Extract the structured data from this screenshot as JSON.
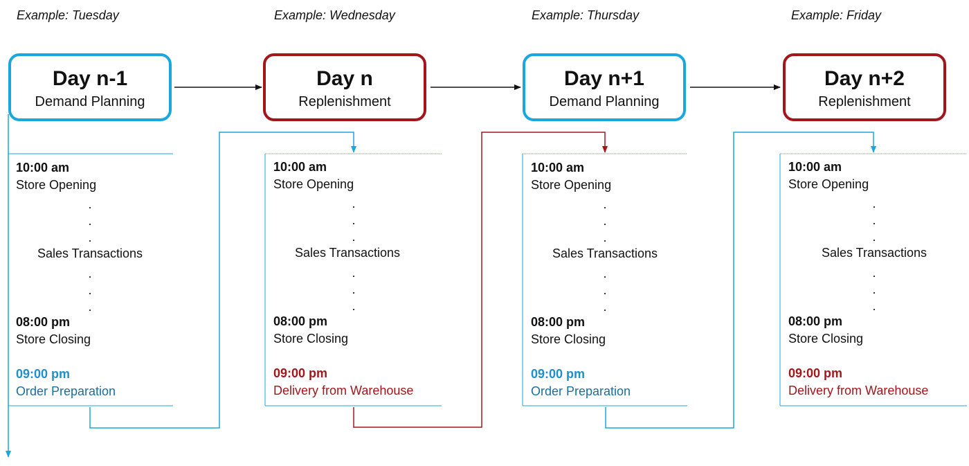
{
  "colors": {
    "blue": "#1aa7dd",
    "red": "#a2161b",
    "arrow": "#111111"
  },
  "examples": [
    "Example: Tuesday",
    "Example: Wednesday",
    "Example: Thursday",
    "Example: Friday"
  ],
  "days": [
    {
      "title": "Day n-1",
      "subtitle": "Demand Planning",
      "color": "blue"
    },
    {
      "title": "Day n",
      "subtitle": "Replenishment",
      "color": "red"
    },
    {
      "title": "Day n+1",
      "subtitle": "Demand Planning",
      "color": "blue"
    },
    {
      "title": "Day n+2",
      "subtitle": "Replenishment",
      "color": "red"
    }
  ],
  "panels": [
    {
      "open_time": "10:00 am",
      "open_label": "Store Opening",
      "middle": "Sales Transactions",
      "close_time": "08:00 pm",
      "close_label": "Store Closing",
      "final_time": "09:00 pm",
      "final_label": "Order Preparation"
    },
    {
      "open_time": "10:00 am",
      "open_label": "Store Opening",
      "middle": "Sales Transactions",
      "close_time": "08:00 pm",
      "close_label": "Store Closing",
      "final_time": "09:00 pm",
      "final_label": "Delivery from Warehouse"
    },
    {
      "open_time": "10:00 am",
      "open_label": "Store Opening",
      "middle": "Sales Transactions",
      "close_time": "08:00 pm",
      "close_label": "Store Closing",
      "final_time": "09:00 pm",
      "final_label": "Order Preparation"
    },
    {
      "open_time": "10:00 am",
      "open_label": "Store Opening",
      "middle": "Sales Transactions",
      "close_time": "08:00 pm",
      "close_label": "Store Closing",
      "final_time": "09:00 pm",
      "final_label": "Delivery from Warehouse"
    }
  ],
  "dot_glyph": "."
}
